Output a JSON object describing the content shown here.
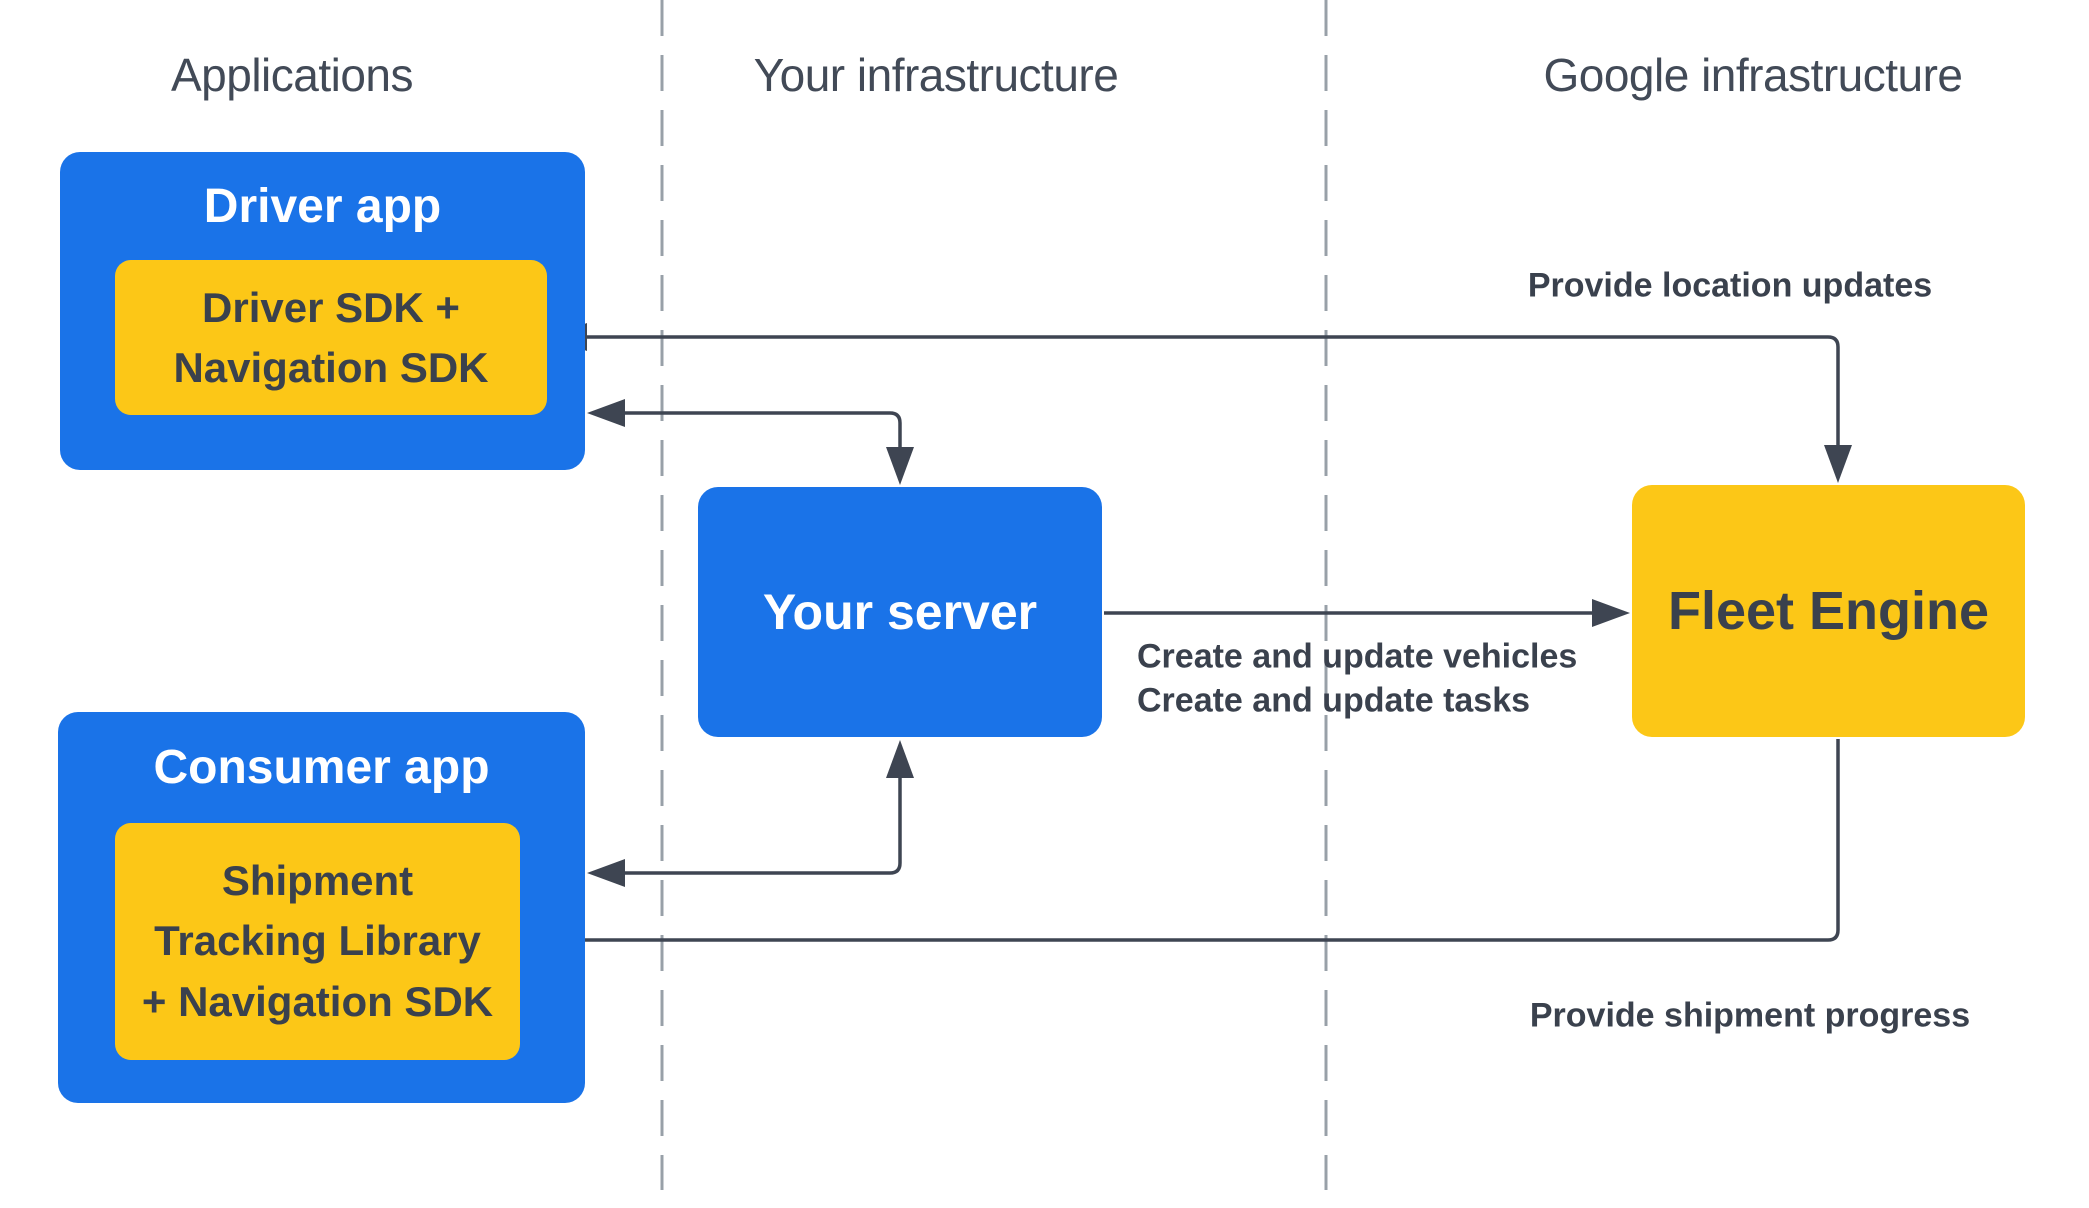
{
  "columns": {
    "applications": "Applications",
    "your_infrastructure": "Your infrastructure",
    "google_infrastructure": "Google infrastructure"
  },
  "nodes": {
    "driver_app": {
      "title": "Driver app",
      "sdk_lines": [
        "Driver SDK +",
        "Navigation SDK"
      ]
    },
    "your_server": {
      "title": "Your server"
    },
    "fleet_engine": {
      "title": "Fleet Engine"
    },
    "consumer_app": {
      "title": "Consumer app",
      "sdk_lines": [
        "Shipment",
        "Tracking Library",
        "+ Navigation SDK"
      ]
    }
  },
  "edges": {
    "provide_location_updates": "Provide location updates",
    "create_vehicles": "Create and update vehicles",
    "create_tasks": "Create and update tasks",
    "provide_shipment_progress": "Provide shipment progress"
  },
  "colors": {
    "blue": "#1a73e8",
    "yellow": "#fcc717",
    "arrow": "#3e4552",
    "divider": "#98a0a8",
    "header_text": "#424a57",
    "dark_text": "#3a414d",
    "white_text": "#ffffff"
  }
}
